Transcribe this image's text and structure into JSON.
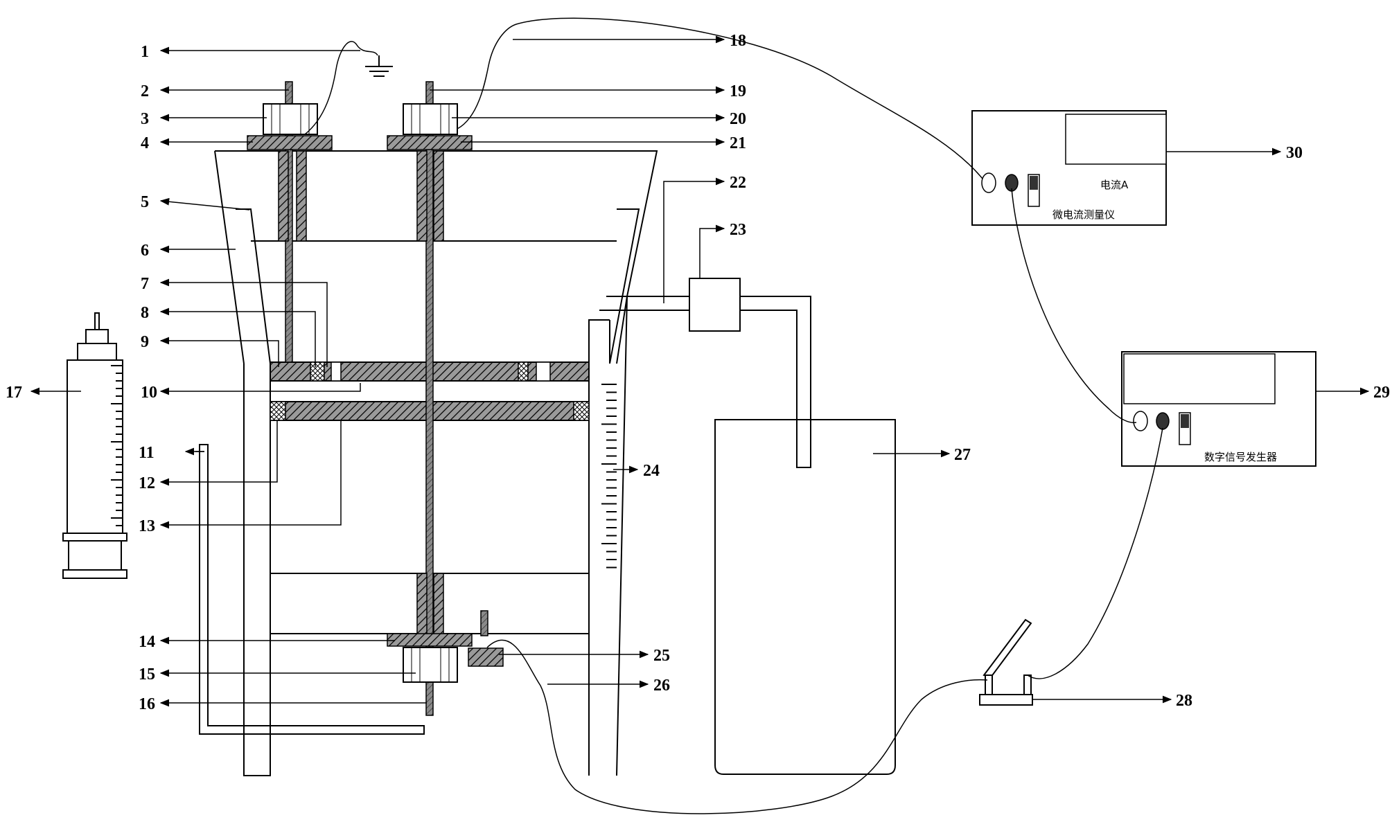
{
  "labels": {
    "l1": "1",
    "l2": "2",
    "l3": "3",
    "l4": "4",
    "l5": "5",
    "l6": "6",
    "l7": "7",
    "l8": "8",
    "l9": "9",
    "l10": "10",
    "l11": "11",
    "l12": "12",
    "l13": "13",
    "l14": "14",
    "l15": "15",
    "l16": "16",
    "l17": "17",
    "l18": "18",
    "l19": "19",
    "l20": "20",
    "l21": "21",
    "l22": "22",
    "l23": "23",
    "l24": "24",
    "l25": "25",
    "l26": "26",
    "l27": "27",
    "l28": "28",
    "l29": "29",
    "l30": "30"
  },
  "instruments": {
    "microammeter_name": "微电流测量仪",
    "microammeter_display": "电流A",
    "signal_generator_name": "数字信号发生器"
  },
  "colors": {
    "line": "#000000",
    "hatch_fill": "#7a7a7a",
    "background": "#ffffff"
  }
}
